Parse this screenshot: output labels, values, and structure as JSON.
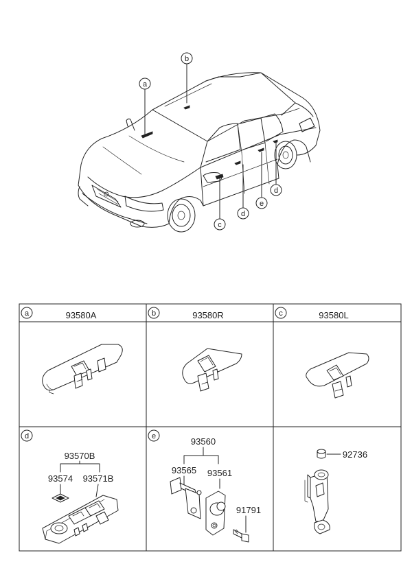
{
  "callout_letters": {
    "a": "a",
    "b": "b",
    "c": "c",
    "d": "d",
    "e": "e"
  },
  "table": {
    "cells": [
      {
        "letter": "a",
        "part_number": "93580A"
      },
      {
        "letter": "b",
        "part_number": "93580R"
      },
      {
        "letter": "c",
        "part_number": "93580L"
      }
    ],
    "cell_d": {
      "letter": "d",
      "assembly": "93570B",
      "parts": [
        "93574",
        "93571B"
      ]
    },
    "cell_e": {
      "letter": "e",
      "assembly": "93560",
      "parts": [
        "93565",
        "93561"
      ],
      "screw": "91791"
    },
    "cell_f": {
      "part": "92736"
    }
  }
}
